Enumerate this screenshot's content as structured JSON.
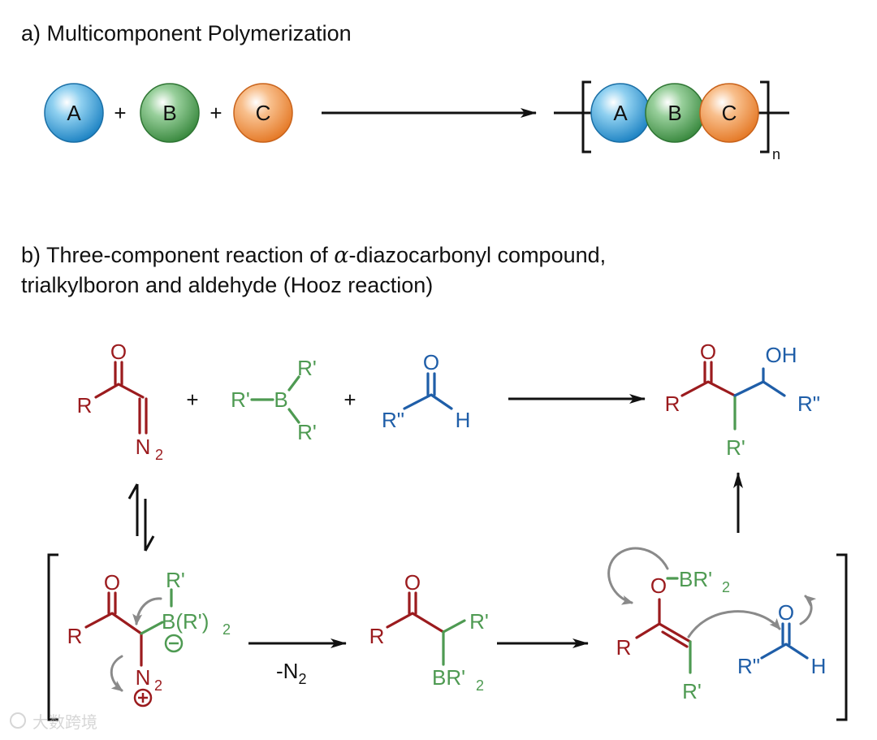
{
  "colors": {
    "red": "#9b1b1e",
    "green": "#4e9a52",
    "blue": "#1f5ea8",
    "black": "#111111",
    "grey_arrow": "#8a8a8a",
    "ball_a": "#2f9fd6",
    "ball_b": "#4a9a4e",
    "ball_c": "#ee8a3c"
  },
  "panel_a": {
    "title": "a) Multicomponent Polymerization",
    "ball_a": "A",
    "ball_b": "B",
    "ball_c": "C",
    "plus": "+",
    "repeat_subscript": "n"
  },
  "panel_b": {
    "title_line1": "b) Three-component reaction of ",
    "title_alpha": "α",
    "title_line1_rest": "-diazocarbonyl compound,",
    "title_line2": "trialkylboron and aldehyde (Hooz reaction)",
    "plus": "+",
    "minus_n2": "-N",
    "minus_n2_sub": "2",
    "diazo": {
      "o": "O",
      "r": "R",
      "n": "N",
      "n_sub": "2"
    },
    "borane": {
      "r1": "R'",
      "r2": "R'",
      "r3": "R'",
      "b": "B"
    },
    "aldehyde": {
      "o": "O",
      "r": "R\"",
      "h": "H"
    },
    "product": {
      "o": "O",
      "oh": "OH",
      "r": "R",
      "r_prime": "R'",
      "r_dprime": "R\""
    },
    "zwitterion": {
      "o": "O",
      "r": "R",
      "r_prime": "R'",
      "b": "B(R')",
      "b_sub": "2",
      "n": "N",
      "n_sub": "2",
      "minus": "−",
      "plus": "+"
    },
    "alkylborane": {
      "o": "O",
      "r": "R",
      "r_prime": "R'",
      "br": "BR'",
      "br_sub": "2"
    },
    "enolate": {
      "o": "O",
      "obr": "BR'",
      "obr_sub": "2",
      "r": "R",
      "r_prime": "R'"
    },
    "aldehyde2": {
      "o": "O",
      "r": "R\"",
      "h": "H"
    }
  },
  "watermark": "大数跨境"
}
